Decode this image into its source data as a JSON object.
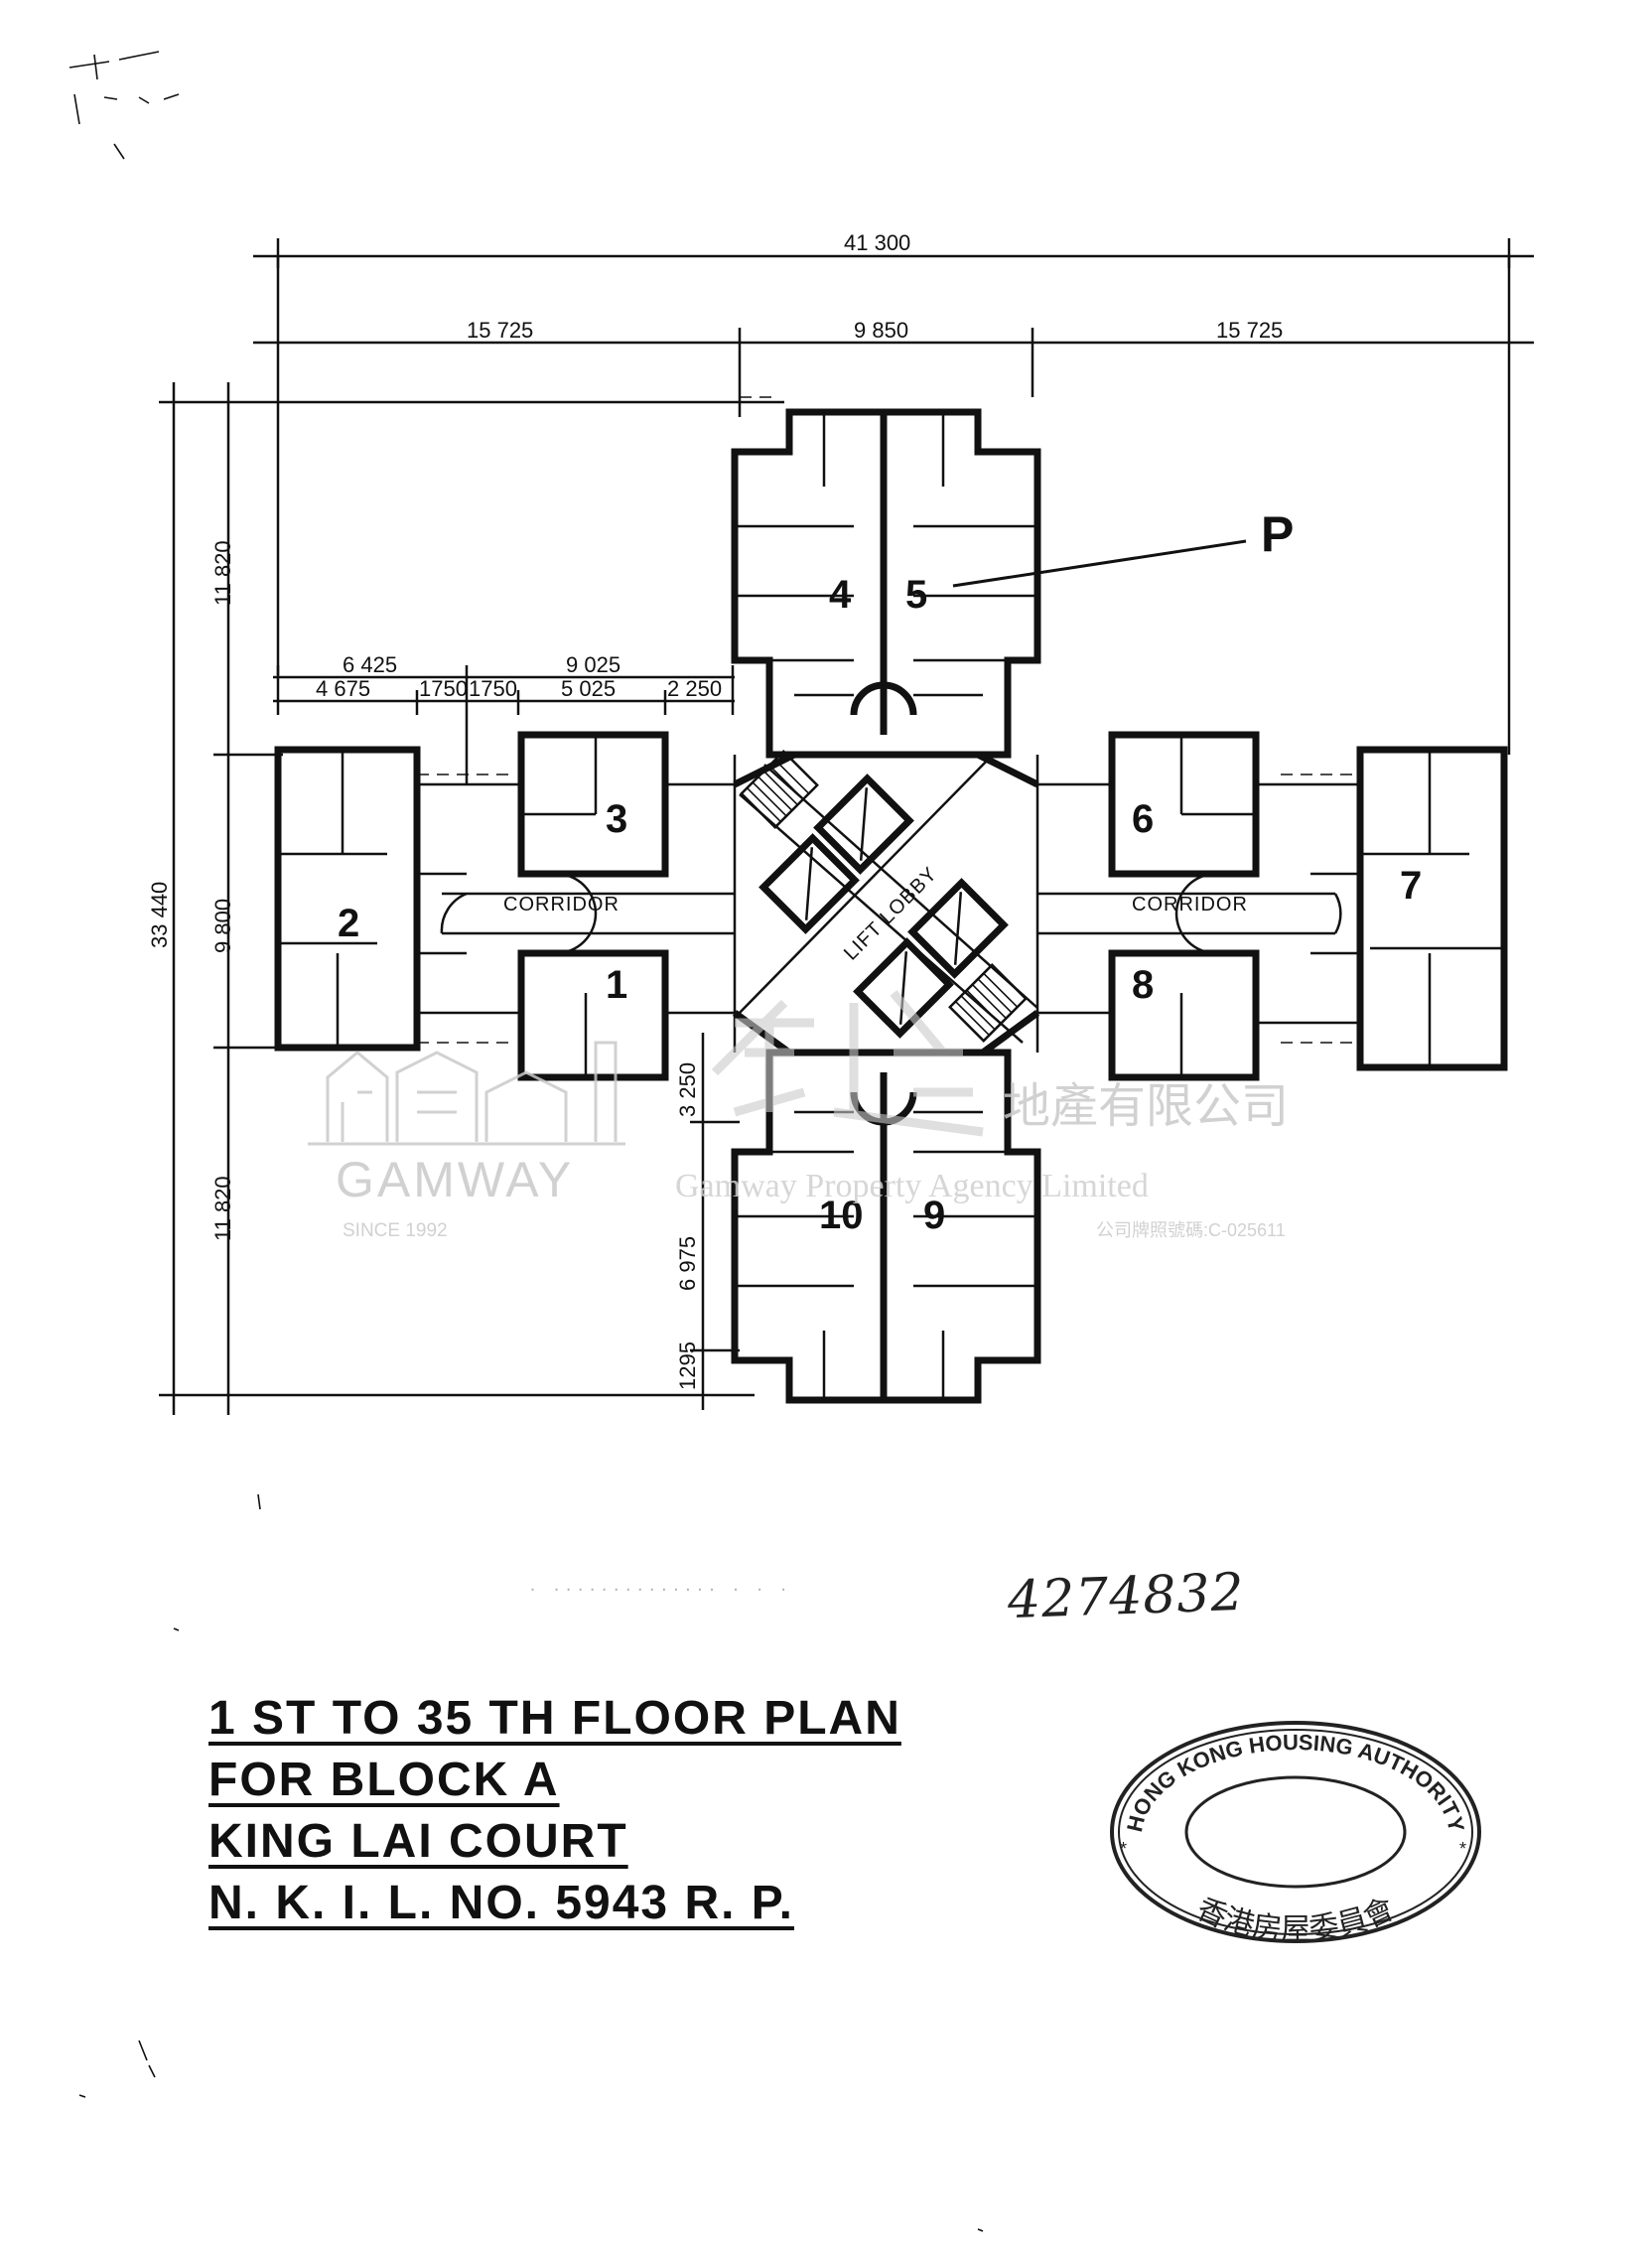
{
  "dimensions": {
    "overall_width": "41 300",
    "left_wing": "15 725",
    "center": "9 850",
    "right_wing": "15 725",
    "overall_depth": "33 440",
    "top_wing_depth": "11 820",
    "center_depth": "9 800",
    "bottom_wing_depth": "11 820",
    "left_a": "6 425",
    "left_b": "9 025",
    "left_c": "4 675",
    "left_d": "1750",
    "left_e": "1750",
    "left_f": "5 025",
    "left_g": "2 250",
    "bottom_a": "3 250",
    "bottom_b": "6 975",
    "bottom_c": "1295"
  },
  "units": [
    "1",
    "2",
    "3",
    "4",
    "5",
    "6",
    "7",
    "8",
    "9",
    "10"
  ],
  "labels": {
    "corridor_left": "CORRIDOR",
    "corridor_right": "CORRIDOR",
    "lift_lobby": "LIFT LOBBY",
    "marker": "P"
  },
  "watermark": {
    "brand": "GAMWAY",
    "since": "SINCE 1992",
    "company_en": "Gamway Property Agency Limited",
    "company_zh": "地產有限公司",
    "licence": "公司牌照號碼:C-025611"
  },
  "handwritten_number": "4274832",
  "title_block": {
    "line1": "1 ST  TO  35 TH  FLOOR  PLAN",
    "line2": "FOR  BLOCK  A",
    "line3": "KING  LAI  COURT",
    "line4": "N. K. I. L.  NO.  5943  R. P."
  },
  "stamp": {
    "text_en": "HONG KONG HOUSING AUTHORITY",
    "text_zh": "香港房屋委員會"
  },
  "colors": {
    "ink": "#111111",
    "watermark": "#c9c9c9"
  }
}
